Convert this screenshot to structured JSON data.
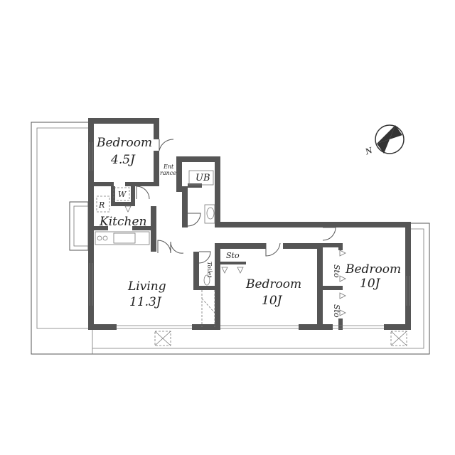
{
  "rooms": {
    "bedroom_small": {
      "name": "Bedroom",
      "size": "4.5J"
    },
    "entrance": {
      "line1": "Ent",
      "line2": "rance"
    },
    "ub": "UB",
    "w": "W",
    "r": "R",
    "kitchen": "Kitchen",
    "living": {
      "name": "Living",
      "size": "11.3J"
    },
    "toilet": "Toilet",
    "storage_center": "Sto",
    "bedroom_mid": {
      "name": "Bedroom",
      "size": "10J"
    },
    "storage_right_top": "Sto",
    "storage_right_bottom": "Sto",
    "bedroom_right": {
      "name": "Bedroom",
      "size": "10J"
    }
  },
  "compass": {
    "label": "N",
    "icon": "north-arrow-icon"
  },
  "colors": {
    "wall": "#555555",
    "line": "#777777",
    "text": "#222222"
  }
}
